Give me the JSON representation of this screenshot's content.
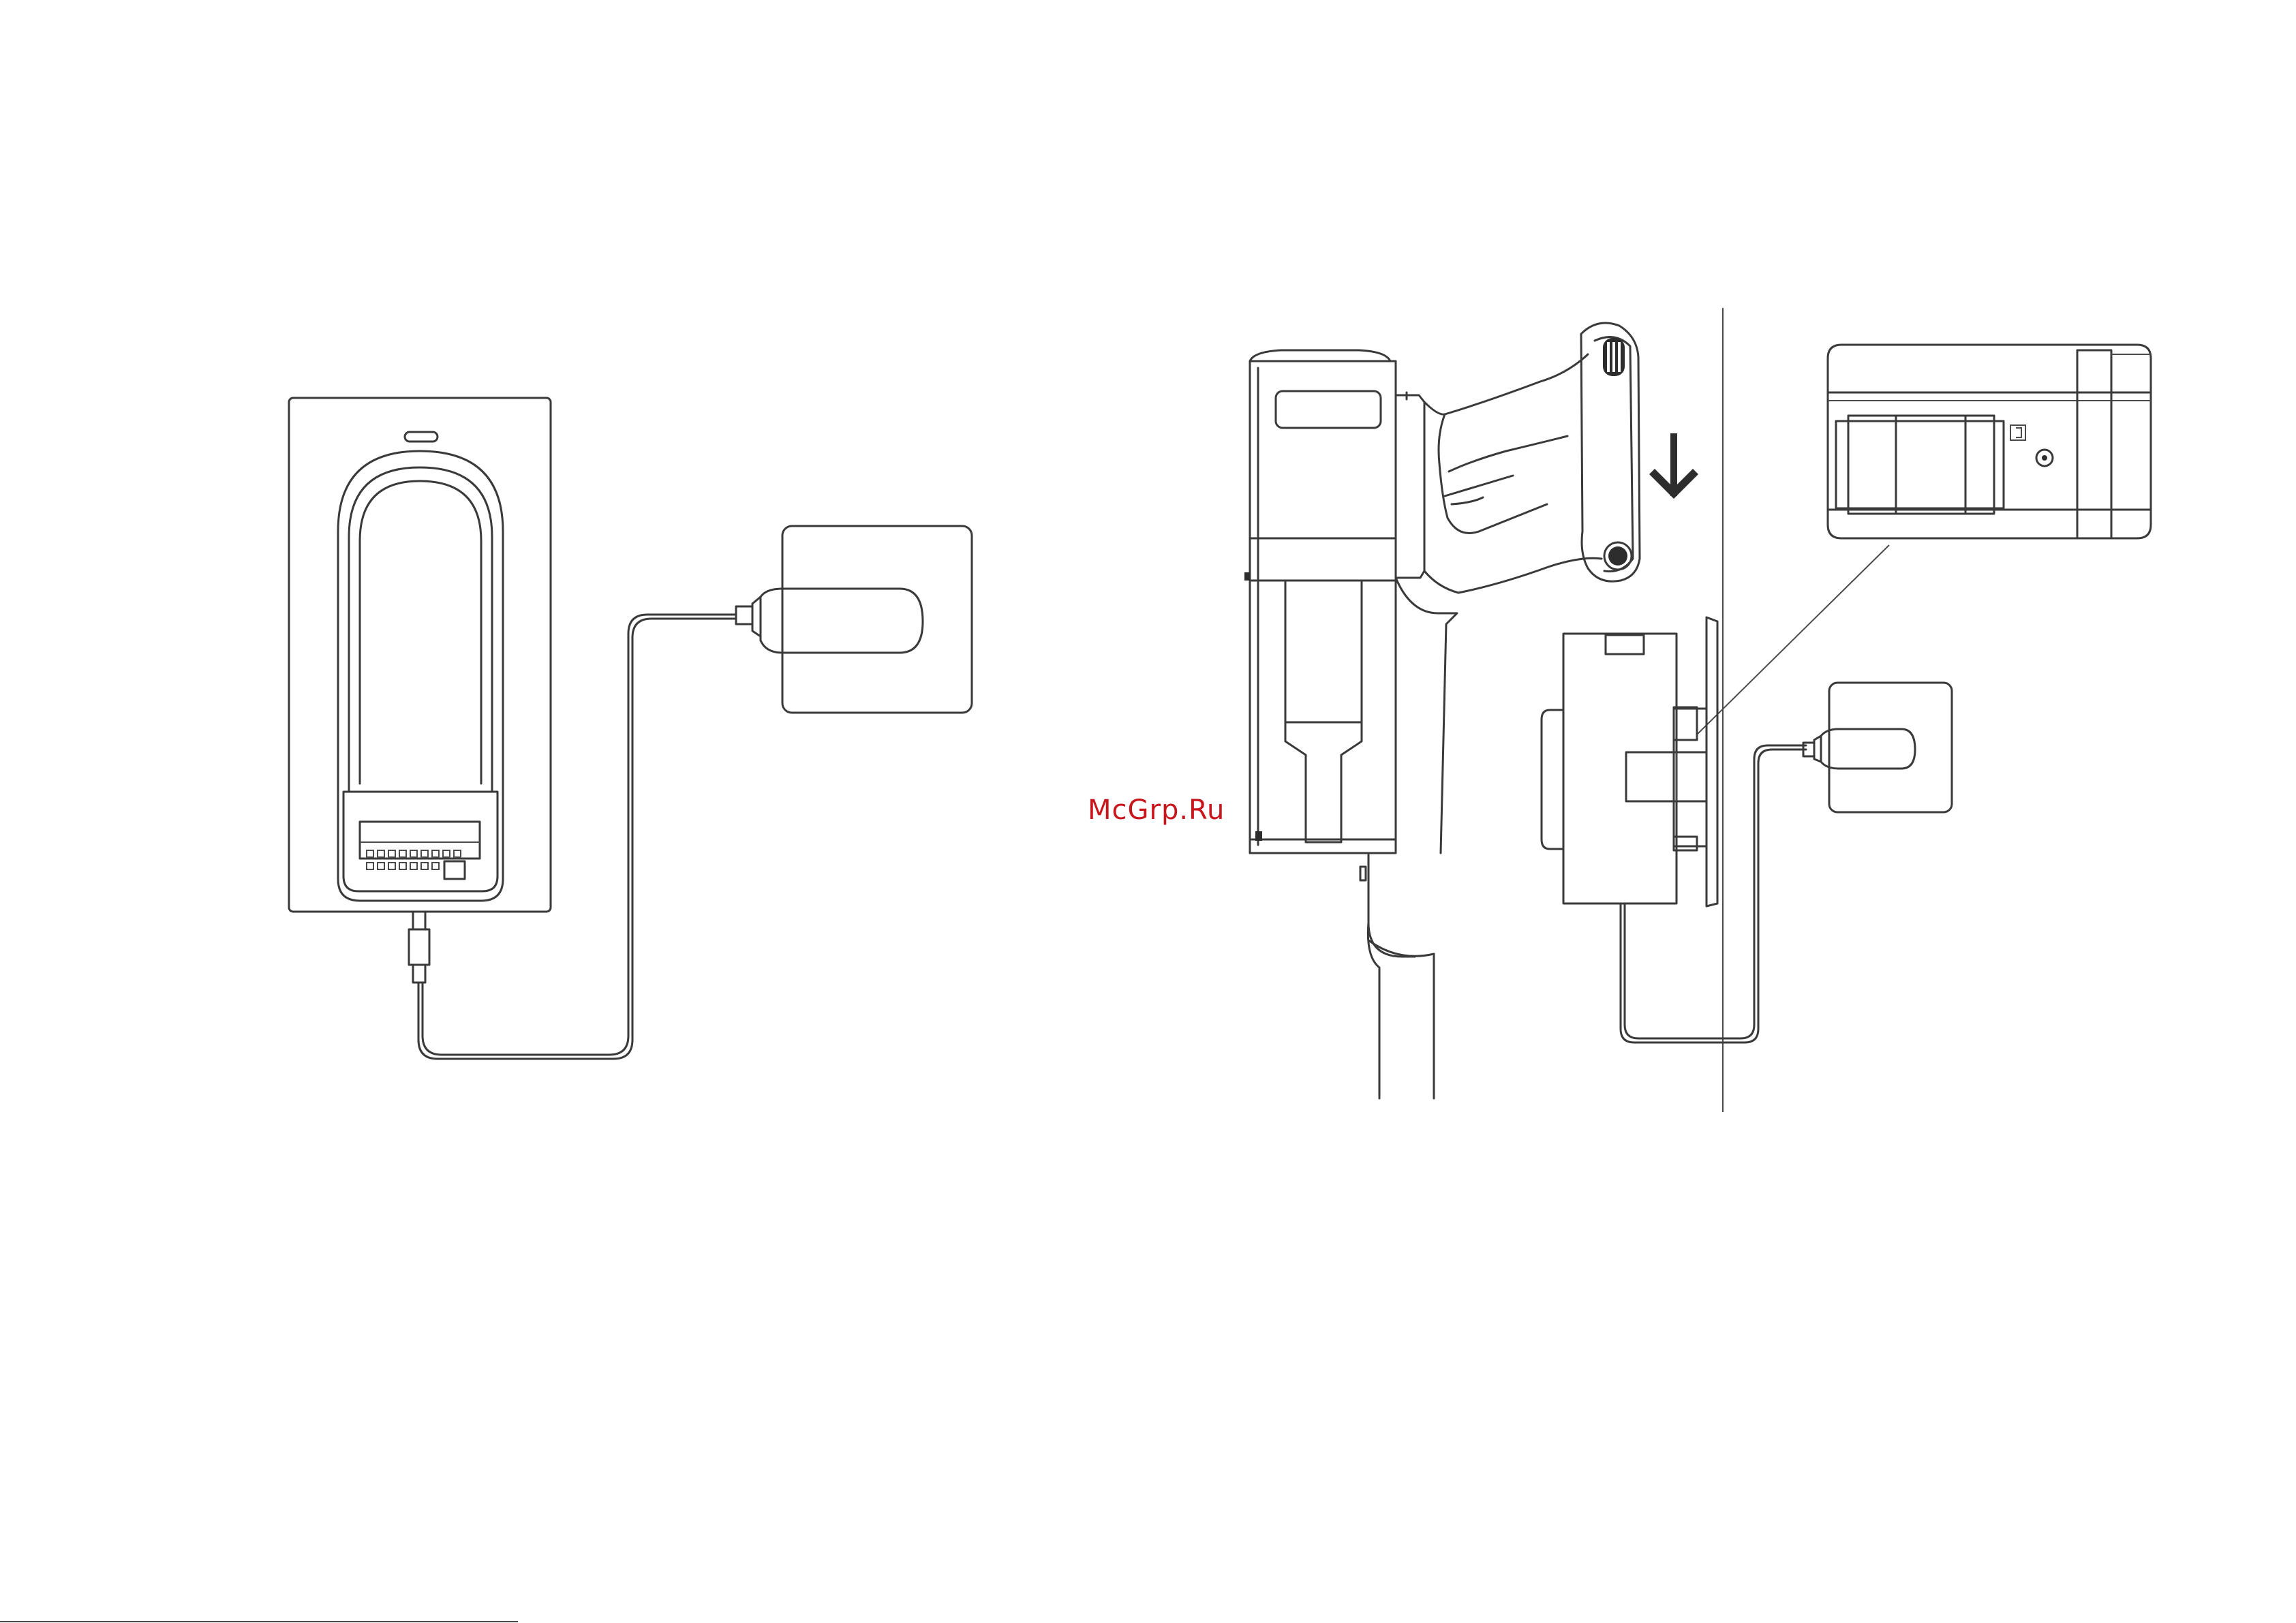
{
  "watermark": {
    "text": "McGrp.Ru",
    "color": "#c8161d"
  },
  "diagram": {
    "line_color": "#3a3a3a",
    "background": "#ffffff",
    "figures": [
      {
        "name": "battery-charging-dock",
        "icon": "wall-plate-with-dock"
      },
      {
        "name": "wall-power-adapter-left",
        "icon": "plug-icon"
      },
      {
        "name": "vacuum-handle-unit",
        "icon": "vacuum-icon"
      },
      {
        "name": "insert-direction-arrow",
        "icon": "arrow-down-icon"
      },
      {
        "name": "detail-magnifier",
        "icon": "zoom-detail-icon"
      },
      {
        "name": "wall-mount-bracket",
        "icon": "wall-bracket-icon"
      },
      {
        "name": "wall-power-adapter-right",
        "icon": "plug-icon"
      }
    ]
  }
}
